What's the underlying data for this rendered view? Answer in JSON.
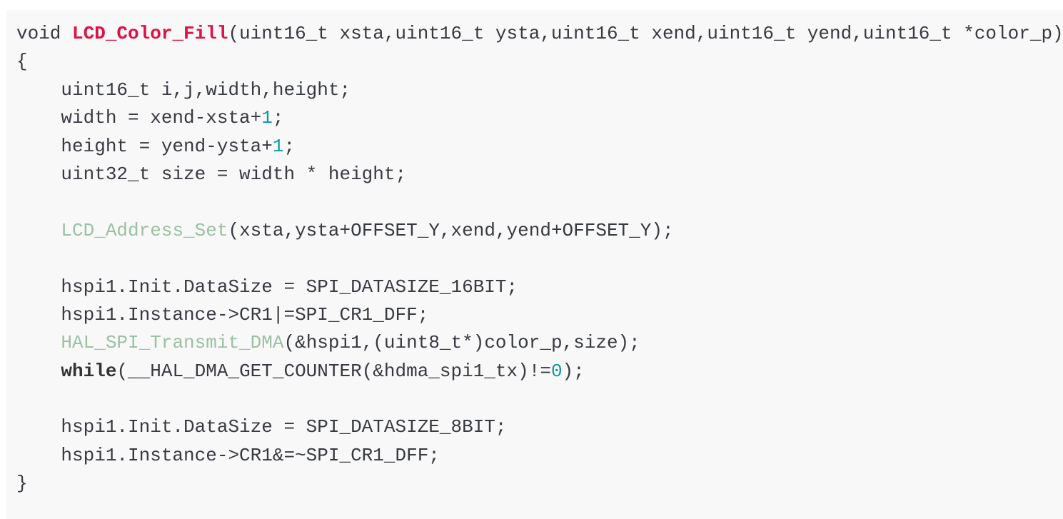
{
  "code": {
    "lines": [
      [
        [
          "void ",
          "kw"
        ],
        [
          "LCD_Color_Fill",
          "fn"
        ],
        [
          "(uint16_t xsta,uint16_t ysta,uint16_t xend,uint16_t yend,uint16_t *color_p)",
          ""
        ]
      ],
      [
        [
          "{",
          ""
        ]
      ],
      [
        [
          "    uint16_t i,j,width,height;",
          ""
        ]
      ],
      [
        [
          "    width = xend-xsta+",
          ""
        ],
        [
          "1",
          "num"
        ],
        [
          ";",
          ""
        ]
      ],
      [
        [
          "    height = yend-ysta+",
          ""
        ],
        [
          "1",
          "num"
        ],
        [
          ";",
          ""
        ]
      ],
      [
        [
          "    uint32_t size = width * height;",
          ""
        ]
      ],
      [],
      [
        [
          "    ",
          ""
        ],
        [
          "LCD_Address_Set",
          "call"
        ],
        [
          "(xsta,ysta+OFFSET_Y,xend,yend+OFFSET_Y);",
          ""
        ]
      ],
      [],
      [
        [
          "    hspi1.Init.DataSize = SPI_DATASIZE_16BIT;",
          ""
        ]
      ],
      [
        [
          "    hspi1.Instance->CR1|=SPI_CR1_DFF;",
          ""
        ]
      ],
      [
        [
          "    ",
          ""
        ],
        [
          "HAL_SPI_Transmit_DMA",
          "call"
        ],
        [
          "(&hspi1,(uint8_t*)color_p,size);",
          ""
        ]
      ],
      [
        [
          "    ",
          ""
        ],
        [
          "while",
          "bold"
        ],
        [
          "(__HAL_DMA_GET_COUNTER(&hdma_spi1_tx)!=",
          ""
        ],
        [
          "0",
          "num"
        ],
        [
          ");",
          ""
        ]
      ],
      [],
      [
        [
          "    hspi1.Init.DataSize = SPI_DATASIZE_8BIT;",
          ""
        ]
      ],
      [
        [
          "    hspi1.Instance->CR1&=~SPI_CR1_DFF;",
          ""
        ]
      ],
      [
        [
          "}",
          ""
        ]
      ]
    ]
  }
}
